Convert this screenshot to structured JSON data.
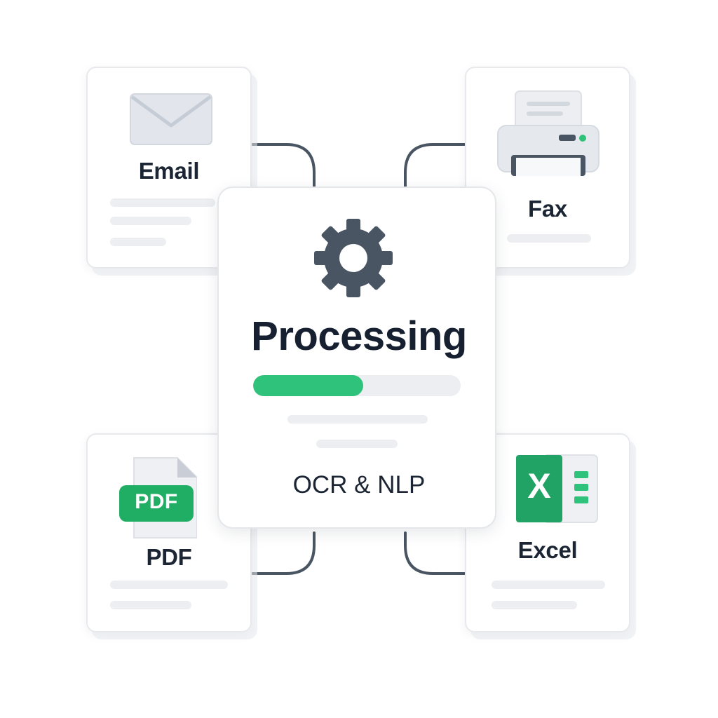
{
  "nodes": {
    "email": {
      "label": "Email",
      "icon": "envelope-icon"
    },
    "fax": {
      "label": "Fax",
      "icon": "printer-icon"
    },
    "pdf": {
      "label": "PDF",
      "icon": "pdf-file-icon",
      "badge_text": "PDF"
    },
    "excel": {
      "label": "Excel",
      "icon": "excel-icon",
      "badge_text": "X"
    }
  },
  "center": {
    "title": "Processing",
    "subtitle": "OCR & NLP",
    "icon": "gear-icon",
    "progress": 0.53
  },
  "colors": {
    "accent_green": "#2fc27a",
    "excel_green": "#21a366",
    "pdf_green": "#1fae63",
    "icon_dark": "#4a5563",
    "text": "#1c2533"
  }
}
